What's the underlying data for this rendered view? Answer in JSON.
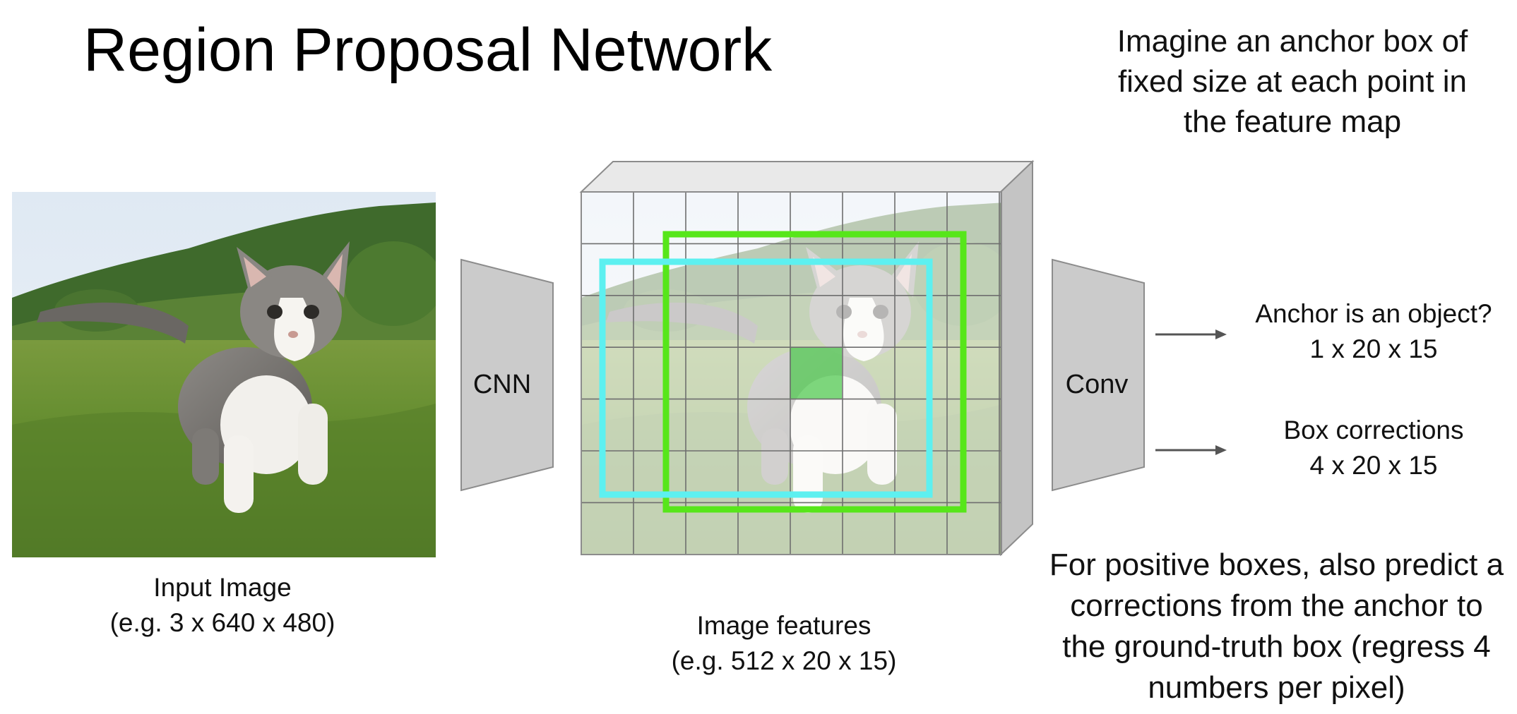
{
  "title": "Region Proposal Network",
  "note_top": [
    "Imagine an anchor box of",
    "fixed size at each point in",
    "the feature map"
  ],
  "input_caption": [
    "Input Image",
    "(e.g. 3 x 640 x 480)"
  ],
  "features_caption": [
    "Image features",
    "(e.g. 512 x 20 x 15)"
  ],
  "cnn_label": "CNN",
  "conv_label": "Conv",
  "output_object": [
    "Anchor is an object?",
    "1 x 20 x 15"
  ],
  "output_box": [
    "Box corrections",
    "4 x 20 x 15"
  ],
  "note_bottom": [
    "For positive boxes, also predict a",
    "corrections from the anchor to",
    "the ground-truth box (regress 4",
    "numbers per pixel)"
  ],
  "colors": {
    "anchor_box": "#57e61a",
    "ground_truth_box": "#5df0f0",
    "anchor_cell": "#4cc84c",
    "block_face": "#c8c8c8",
    "arrow": "#555555"
  }
}
